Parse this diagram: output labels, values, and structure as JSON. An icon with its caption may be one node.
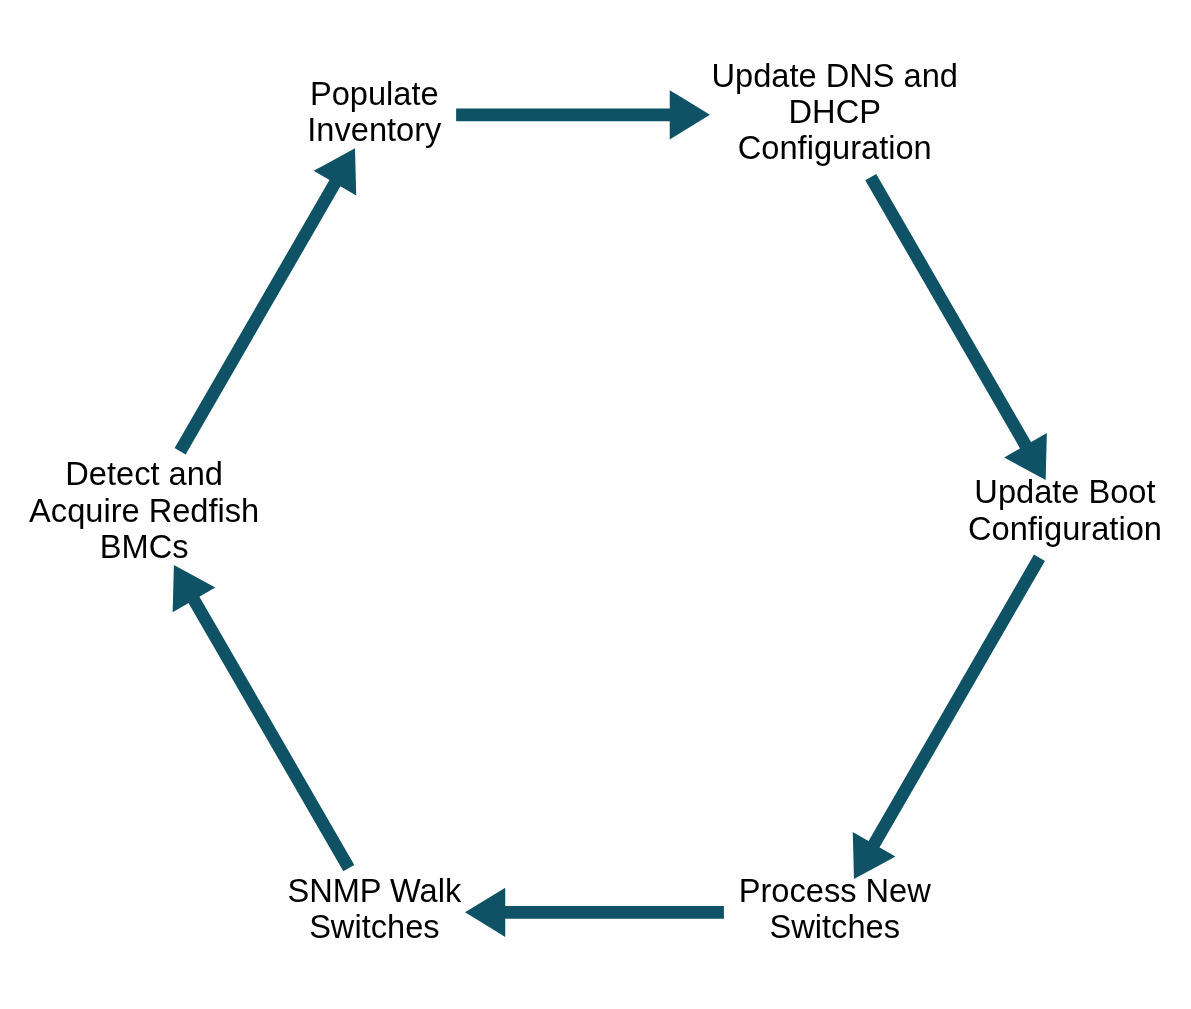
{
  "diagram": {
    "nodes": [
      {
        "text": [
          "Process New Switches"
        ]
      },
      {
        "text": [
          "SNMP Walk Switches"
        ]
      },
      {
        "text": [
          "Detect and Acquire Redfish BMCs"
        ]
      },
      {
        "text": [
          "Populate Inventory"
        ]
      },
      {
        "text": [
          "Update DNS and DHCP Configuration"
        ]
      },
      {
        "text": [
          "Update Boot Configuration"
        ]
      }
    ],
    "edges": [
      {
        "from": 0,
        "to": 1,
        "arrow": "to"
      },
      {
        "from": 1,
        "to": 2,
        "arrow": "to"
      },
      {
        "from": 2,
        "to": 3,
        "arrow": "to"
      },
      {
        "from": 3,
        "to": 4,
        "arrow": "to"
      },
      {
        "from": 4,
        "to": 5,
        "arrow": "to"
      },
      {
        "from": 5,
        "to": 0,
        "arrow": "to"
      }
    ]
  }
}
